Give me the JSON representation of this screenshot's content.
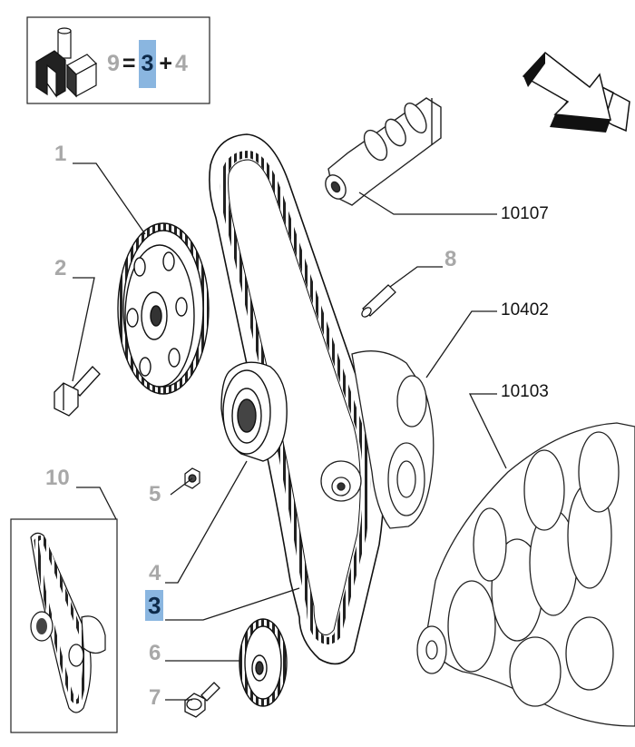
{
  "legend": {
    "left_value": "9",
    "equals": "=",
    "highlight_value": "3",
    "plus": "+",
    "right_value": "4"
  },
  "callouts": {
    "c1": "1",
    "c2": "2",
    "c3": "3",
    "c4": "4",
    "c5": "5",
    "c6": "6",
    "c7": "7",
    "c8": "8",
    "c10": "10",
    "c10107": "10107",
    "c10402": "10402",
    "c10103": "10103"
  },
  "colors": {
    "highlight": "#8ab6e0",
    "label_grey": "#a8a8a8",
    "line": "#1a1a1a"
  },
  "icons": [
    "kit-icon",
    "direction-arrow-icon"
  ]
}
